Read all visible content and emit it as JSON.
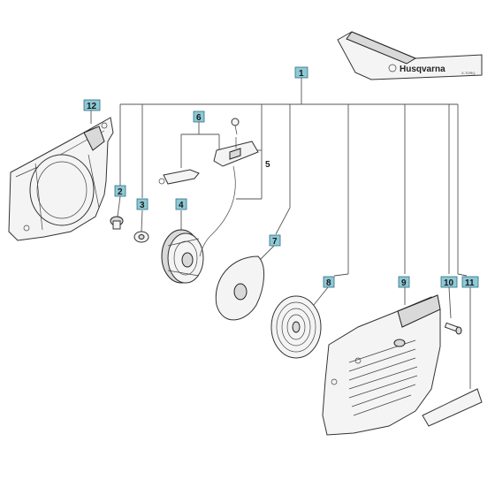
{
  "callouts": [
    {
      "id": "1",
      "label": "1"
    },
    {
      "id": "2",
      "label": "2"
    },
    {
      "id": "3",
      "label": "3"
    },
    {
      "id": "4",
      "label": "4"
    },
    {
      "id": "6",
      "label": "6"
    },
    {
      "id": "7",
      "label": "7"
    },
    {
      "id": "8",
      "label": "8"
    },
    {
      "id": "9",
      "label": "9"
    },
    {
      "id": "10",
      "label": "10"
    },
    {
      "id": "11",
      "label": "11"
    },
    {
      "id": "12",
      "label": "12"
    }
  ],
  "plain_label_5": "5",
  "decal": {
    "brand": "Husqvarna",
    "model": "X-TORQ"
  }
}
